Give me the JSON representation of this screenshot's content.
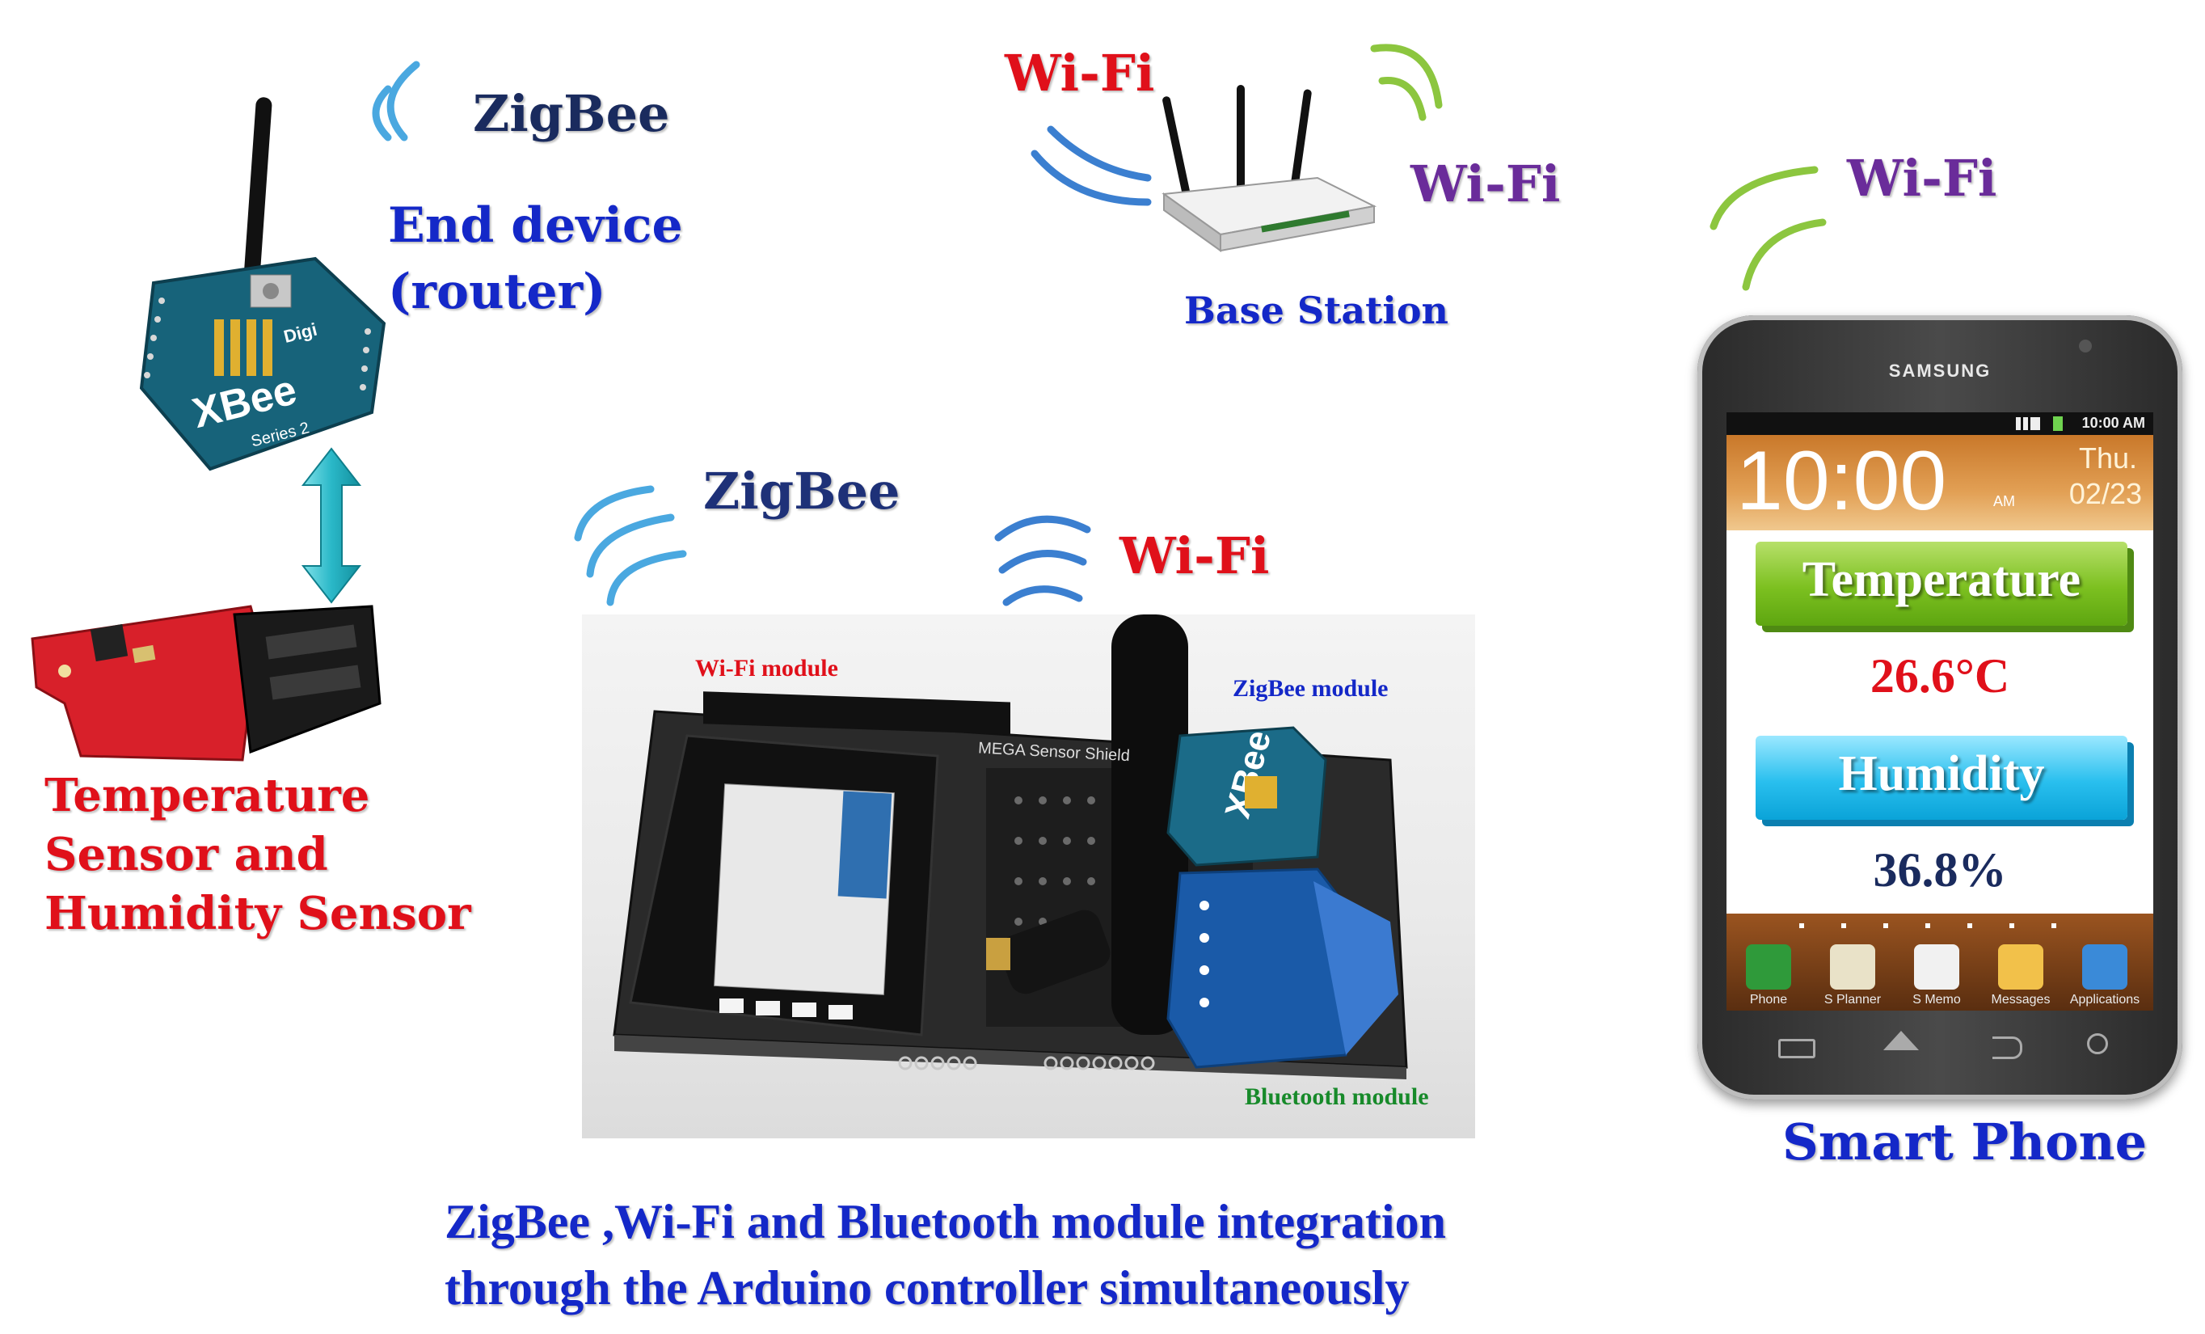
{
  "colors": {
    "zigbee_wave": "#4aa8e0",
    "wifi_wave_green": "#8cc63f",
    "wifi_wave_blue": "#3b7fd0",
    "arrow": "#2ab8c8",
    "label_blue": "#1428c8",
    "label_red": "#e0101a",
    "label_purple": "#6a2c9a",
    "label_navy": "#1a2b5e"
  },
  "end_device": {
    "zigbee": "ZigBee",
    "title_line1": "End device",
    "title_line2": "(router)",
    "chip_brand": "XBee",
    "chip_series": "Series 2",
    "chip_maker": "Digi"
  },
  "sensor": {
    "line1": "Temperature",
    "line2": "Sensor and",
    "line3": "Humidity Sensor"
  },
  "base_station": {
    "wifi_left": "Wi-Fi",
    "wifi_right": "Wi-Fi",
    "label": "Base Station"
  },
  "controller": {
    "zigbee": "ZigBee",
    "wifi": "Wi-Fi",
    "wifi_module": "Wi-Fi module",
    "zigbee_module": "ZigBee module",
    "bluetooth_module": "Bluetooth module",
    "board_text": "MEGA Sensor Shield"
  },
  "phone": {
    "wifi": "Wi-Fi",
    "brand": "SAMSUNG",
    "status_time": "10:00 AM",
    "clock": "10:00",
    "clock_ampm": "AM",
    "day": "Thu.",
    "date": "02/23",
    "temp_title": "Temperature",
    "temp_value": "26.6°C",
    "hum_title": "Humidity",
    "hum_value": "36.8%",
    "apps": [
      "Phone",
      "S Planner",
      "S Memo",
      "Messages",
      "Applications"
    ],
    "label": "Smart Phone"
  },
  "caption": {
    "line1": "ZigBee ,Wi-Fi and Bluetooth module integration",
    "line2": "through the Arduino controller simultaneously"
  }
}
